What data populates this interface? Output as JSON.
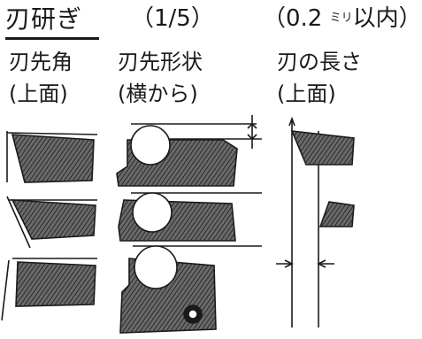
{
  "header": {
    "title": "刃研ぎ",
    "page": "（1/5）",
    "limit_prefix": "（0.2 ",
    "limit_unit": "ミリ",
    "limit_suffix": "以内）"
  },
  "columns": [
    {
      "line1": "刃先角",
      "line2": "(上面)"
    },
    {
      "line1": "刃先形状",
      "line2": "(横から)"
    },
    {
      "line1": "刃の長さ",
      "line2": "(上面)"
    }
  ],
  "colors": {
    "ink": "#1a1a1a",
    "shade": "#5a5a5a",
    "paper": "#ffffff"
  }
}
